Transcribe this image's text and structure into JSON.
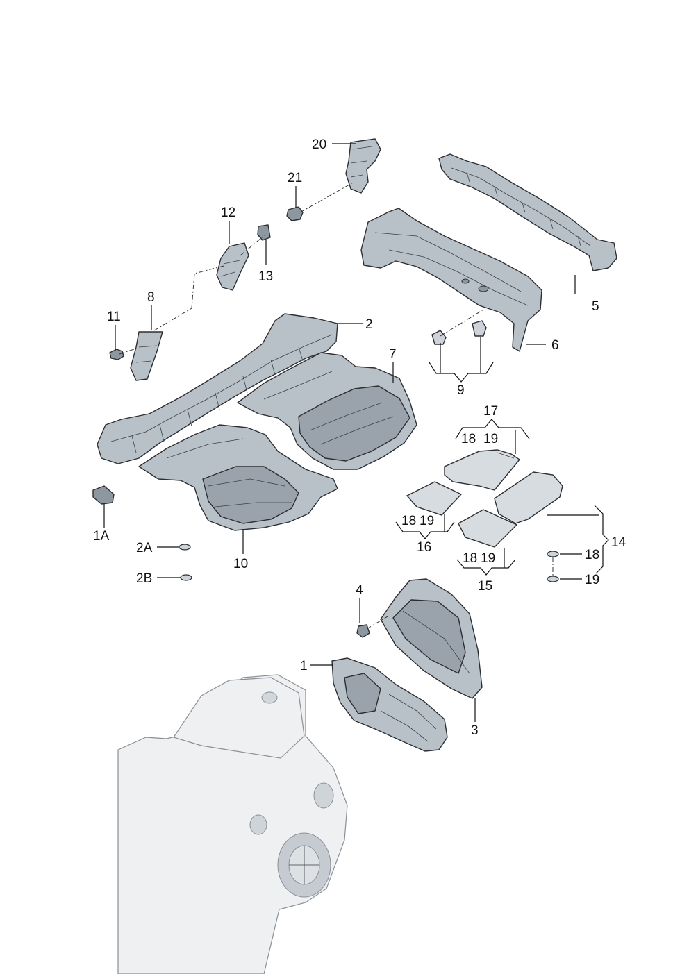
{
  "diagram": {
    "colors": {
      "part_fill": "#b9c1c8",
      "part_dark": "#8d979f",
      "mat_fill": "#d7dce0",
      "car_fill": "#eef0f2",
      "line": "#111111"
    },
    "labels": {
      "l1": "1",
      "l1A": "1A",
      "l2": "2",
      "l2A": "2A",
      "l2B": "2B",
      "l3": "3",
      "l4": "4",
      "l5": "5",
      "l6": "6",
      "l7": "7",
      "l8": "8",
      "l9": "9",
      "l10": "10",
      "l11": "11",
      "l12": "12",
      "l13": "13",
      "l14": "14",
      "l15": "15",
      "l16": "16",
      "l17": "17",
      "l18a": "18",
      "l19a": "19",
      "l18b": "18",
      "l19b": "19",
      "l18c": "18",
      "l19c": "19",
      "l18d": "18",
      "l19d": "19",
      "l20": "20",
      "l21": "21"
    }
  }
}
